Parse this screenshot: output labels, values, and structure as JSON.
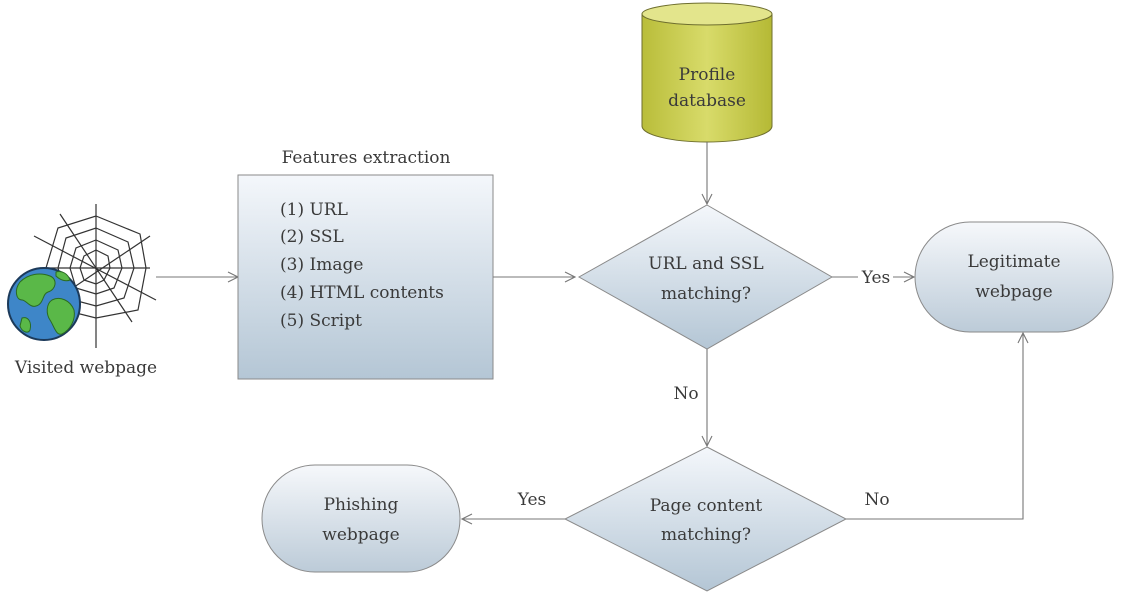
{
  "diagram": {
    "visited": {
      "label": "Visited webpage"
    },
    "features": {
      "title": "Features extraction",
      "items": [
        "(1) URL",
        "(2) SSL",
        "(3) Image",
        "(4) HTML contents",
        "(5) Script"
      ]
    },
    "database": {
      "line1": "Profile",
      "line2": "database"
    },
    "decision_url_ssl": {
      "line1": "URL and SSL",
      "line2": "matching?"
    },
    "decision_content": {
      "line1": "Page content",
      "line2": "matching?"
    },
    "legitimate": {
      "line1": "Legitimate",
      "line2": "webpage"
    },
    "phishing": {
      "line1": "Phishing",
      "line2": "webpage"
    },
    "edges": {
      "yes_to_legit": "Yes",
      "no_to_content": "No",
      "yes_to_phishing": "Yes",
      "no_to_legit": "No"
    },
    "colors": {
      "process_top": "#f4f7fb",
      "process_bottom": "#b3c6d6",
      "db_fill": "#c8cc4a",
      "db_top": "#e2e48a",
      "stroke": "#7a7a7a"
    }
  }
}
